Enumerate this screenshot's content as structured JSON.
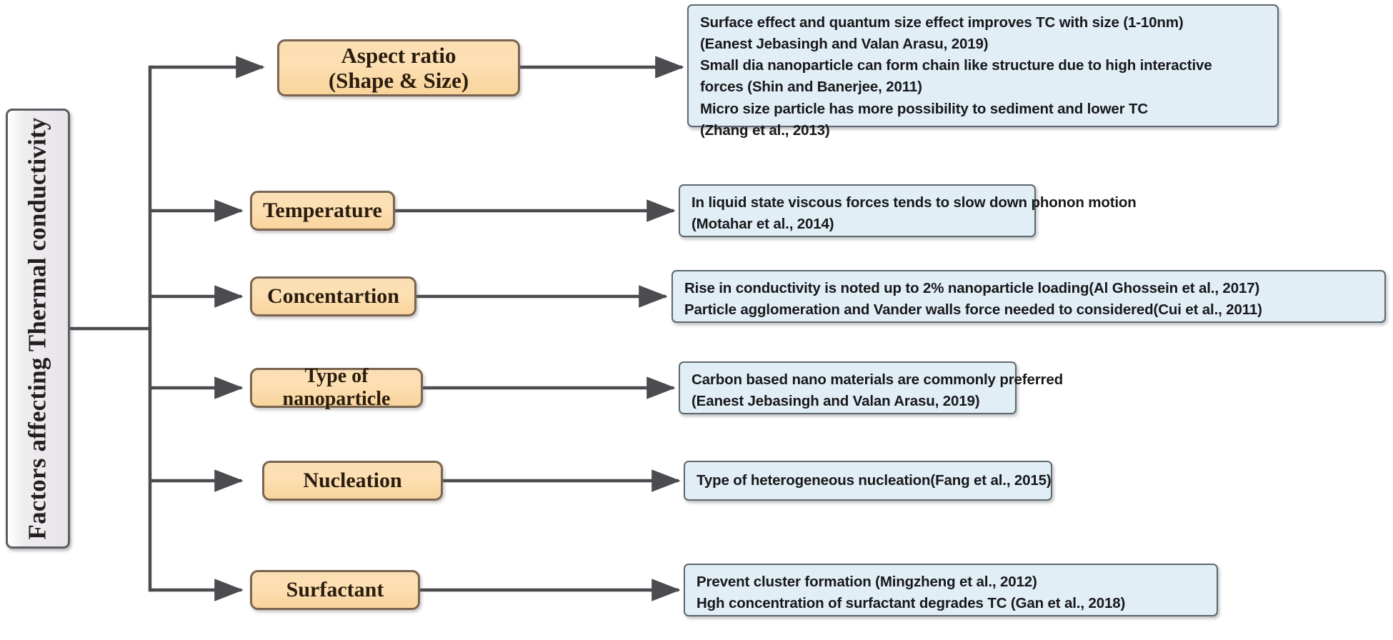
{
  "diagram": {
    "title": "Factors affecting Thermal conductivity",
    "root": {
      "label": "Factors affecting Thermal conductivity"
    },
    "branches": [
      {
        "id": "aspect-ratio",
        "factor_line1": "Aspect ratio",
        "factor_line2": "(Shape & Size)",
        "details": [
          "Surface effect and quantum size effect improves TC with size (1-10nm)",
          "(Eanest Jebasingh and Valan Arasu, 2019)",
          "Small dia nanoparticle can form chain like structure due to high interactive",
          "forces    (Shin and Banerjee, 2011)",
          "Micro size particle has more possibility to sediment and lower TC",
          "(Zhang et al., 2013)"
        ]
      },
      {
        "id": "temperature",
        "factor_line1": "Temperature",
        "factor_line2": "",
        "details": [
          "In liquid state viscous forces tends to slow down phonon motion",
          "(Motahar et al., 2014)"
        ]
      },
      {
        "id": "concentration",
        "factor_line1": "Concentartion",
        "factor_line2": "",
        "details": [
          "Rise in conductivity is noted up to 2% nanoparticle loading(Al Ghossein et al., 2017)",
          "Particle agglomeration and Vander walls force needed to considered(Cui et al., 2011)"
        ]
      },
      {
        "id": "type-of-nanoparticle",
        "factor_line1": "Type of nanoparticle",
        "factor_line2": "",
        "details": [
          "Carbon based nano materials are commonly preferred",
          "(Eanest Jebasingh and Valan Arasu, 2019)"
        ]
      },
      {
        "id": "nucleation",
        "factor_line1": "Nucleation",
        "factor_line2": "",
        "details": [
          "Type of heterogeneous nucleation(Fang et al., 2015)"
        ]
      },
      {
        "id": "surfactant",
        "factor_line1": "Surfactant",
        "factor_line2": "",
        "details": [
          "Prevent cluster formation (Mingzheng et al., 2012)",
          "Hgh concentration of surfactant degrades TC (Gan et al., 2018)"
        ]
      }
    ],
    "colors": {
      "root_fill": "#e8e5ea",
      "root_border": "#5d5d63",
      "factor_fill": "#fbdfb4",
      "factor_border": "#7a6552",
      "detail_fill": "#e1eef6",
      "detail_border": "#5d6870",
      "connector": "#4c4c50",
      "background": "#ffffff"
    }
  }
}
